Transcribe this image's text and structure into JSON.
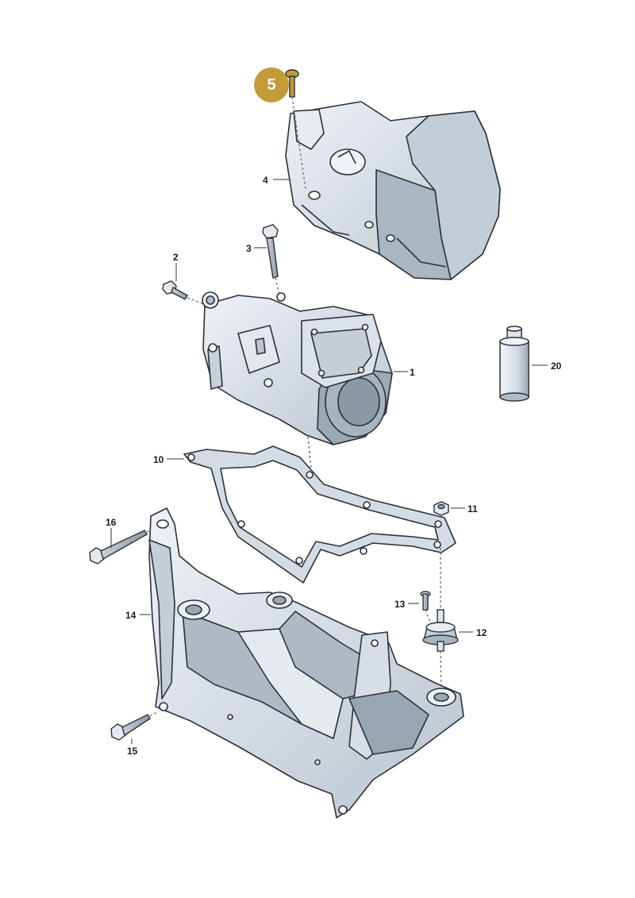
{
  "highlight": {
    "label": "5",
    "color": "#c49a3a"
  },
  "callouts": [
    {
      "id": "4",
      "label": "4"
    },
    {
      "id": "3",
      "label": "3"
    },
    {
      "id": "2",
      "label": "2"
    },
    {
      "id": "1",
      "label": "1"
    },
    {
      "id": "20",
      "label": "20"
    },
    {
      "id": "10",
      "label": "10"
    },
    {
      "id": "11",
      "label": "11"
    },
    {
      "id": "16",
      "label": "16"
    },
    {
      "id": "13",
      "label": "13"
    },
    {
      "id": "14",
      "label": "14"
    },
    {
      "id": "12",
      "label": "12"
    },
    {
      "id": "15",
      "label": "15"
    }
  ],
  "colors": {
    "part_fill": "#dce3ea",
    "part_shade": "#b7c2cd",
    "outline": "#2b3138",
    "leader": "#333333"
  },
  "icons": [
    "hex-bolt-icon",
    "screw-icon",
    "nut-icon",
    "rubber-mount-icon",
    "oil-bottle-icon"
  ]
}
